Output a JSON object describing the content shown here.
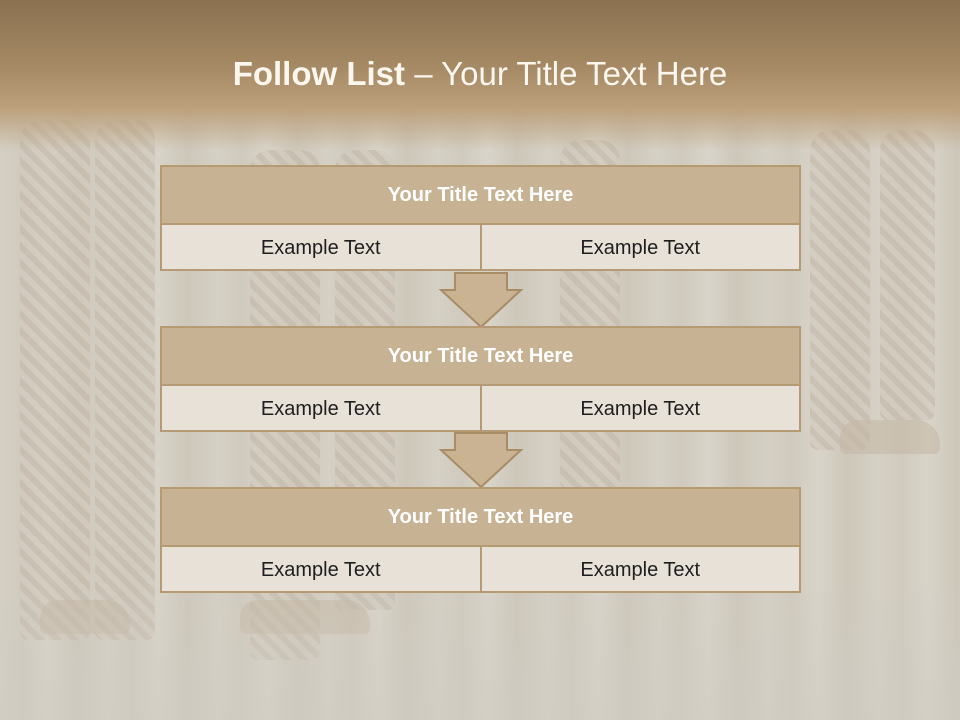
{
  "slide": {
    "title_bold": "Follow List",
    "title_rest": " – Your Title Text Here"
  },
  "steps": [
    {
      "title": "Your Title Text Here",
      "left": "Example Text",
      "right": "Example Text"
    },
    {
      "title": "Your Title Text Here",
      "left": "Example Text",
      "right": "Example Text"
    },
    {
      "title": "Your Title Text Here",
      "left": "Example Text",
      "right": "Example Text"
    }
  ],
  "colors": {
    "header_band": "#a68a65",
    "box_header": "#c8b294",
    "box_body": "#e8e1d8",
    "border": "#b59a74",
    "arrow_fill": "#c9b393"
  },
  "background": {
    "icon": "soldiers-marching-photo"
  }
}
